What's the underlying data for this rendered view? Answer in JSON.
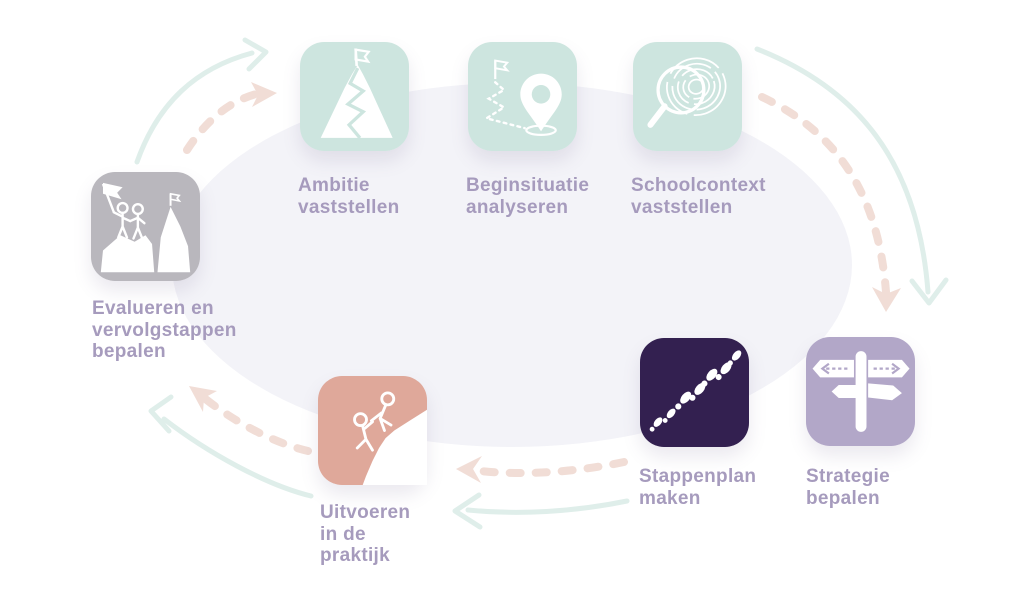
{
  "background": {
    "page_color": "#ffffff",
    "ellipse_color": "#f3f3f8"
  },
  "label_color": "#a69bbd",
  "arrow_colors": {
    "mint": "#dfeeea",
    "salmon": "#f1ddd6"
  },
  "steps": [
    {
      "id": "ambitie-vaststellen",
      "label": "Ambitie vaststellen",
      "lines": [
        "Ambitie",
        "vaststellen"
      ],
      "icon": "mountain-flag-icon",
      "color": "#cde5df"
    },
    {
      "id": "beginsituatie-analyseren",
      "label": "Beginsituatie analyseren",
      "lines": [
        "Beginsituatie",
        "analyseren"
      ],
      "icon": "route-to-pin-icon",
      "color": "#cde5df"
    },
    {
      "id": "schoolcontext-vaststellen",
      "label": "Schoolcontext vaststellen",
      "lines": [
        "Schoolcontext",
        "vaststellen"
      ],
      "icon": "magnifier-fingerprint-icon",
      "color": "#cde5df"
    },
    {
      "id": "strategie-bepalen",
      "label": "Strategie bepalen",
      "lines": [
        "Strategie",
        "bepalen"
      ],
      "icon": "signpost-icon",
      "color": "#b2a7c8"
    },
    {
      "id": "stappenplan-maken",
      "label": "Stappenplan maken",
      "lines": [
        "Stappenplan",
        "maken"
      ],
      "icon": "footsteps-icon",
      "color": "#332050"
    },
    {
      "id": "uitvoeren-in-de-praktijk",
      "label": "Uitvoeren in de praktijk",
      "lines": [
        "Uitvoeren",
        "in de",
        "praktijk"
      ],
      "icon": "helping-climber-icon",
      "color": "#dfa89a"
    },
    {
      "id": "evalueren-en-vervolgstappen-bepalen",
      "label": "Evalueren en vervolgstappen bepalen",
      "lines": [
        "Evalueren en",
        "vervolgstappen",
        "bepalen"
      ],
      "icon": "summit-team-icon",
      "color": "#b9b7bd"
    }
  ],
  "arrows": [
    {
      "from": "evalueren-en-vervolgstappen-bepalen",
      "to": "ambitie-vaststellen",
      "styles": [
        "mint-solid",
        "salmon-dashed"
      ]
    },
    {
      "from": "schoolcontext-vaststellen",
      "to": "strategie-bepalen",
      "styles": [
        "mint-solid",
        "salmon-dashed"
      ]
    },
    {
      "from": "stappenplan-maken",
      "to": "uitvoeren-in-de-praktijk",
      "styles": [
        "mint-solid",
        "salmon-dashed"
      ]
    },
    {
      "from": "uitvoeren-in-de-praktijk",
      "to": "evalueren-en-vervolgstappen-bepalen",
      "styles": [
        "mint-solid",
        "salmon-dashed"
      ]
    }
  ]
}
